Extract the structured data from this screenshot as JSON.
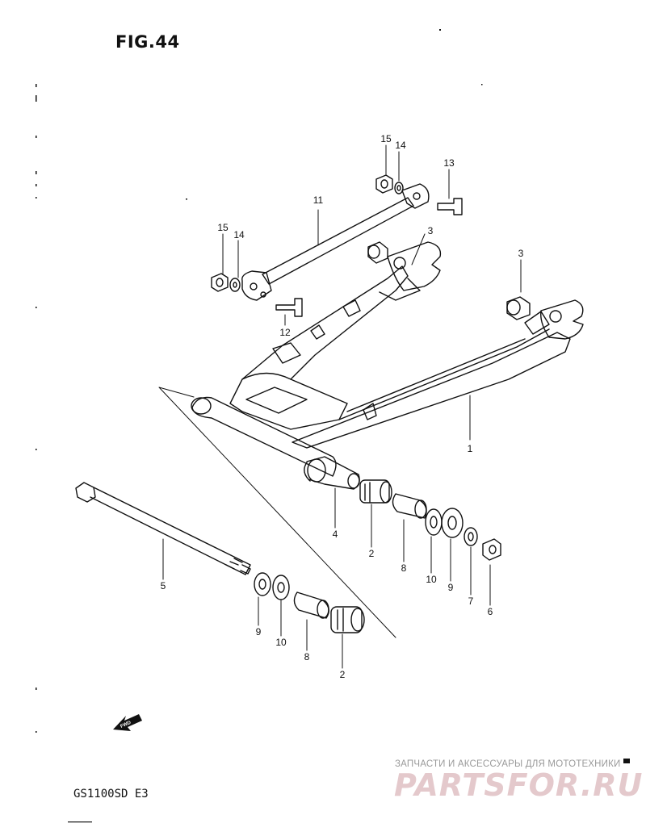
{
  "figure_title": "FIG.44",
  "model_label": "GS1100SD E3",
  "watermark": {
    "caption": "ЗАПЧАСТИ И АКСЕССУАРЫ ДЛЯ МОТОТЕХНИКИ",
    "logo": "PARTSFOR.RU"
  },
  "fwd_arrow_text": "FWD",
  "callouts": {
    "c1": "1",
    "c2a": "2",
    "c2b": "2",
    "c3a": "3",
    "c3b": "3",
    "c4": "4",
    "c5": "5",
    "c6": "6",
    "c7": "7",
    "c8a": "8",
    "c8b": "8",
    "c9a": "9",
    "c9b": "9",
    "c10a": "10",
    "c10b": "10",
    "c11": "11",
    "c12": "12",
    "c13": "13",
    "c14a": "14",
    "c14b": "14",
    "c15a": "15",
    "c15b": "15"
  }
}
